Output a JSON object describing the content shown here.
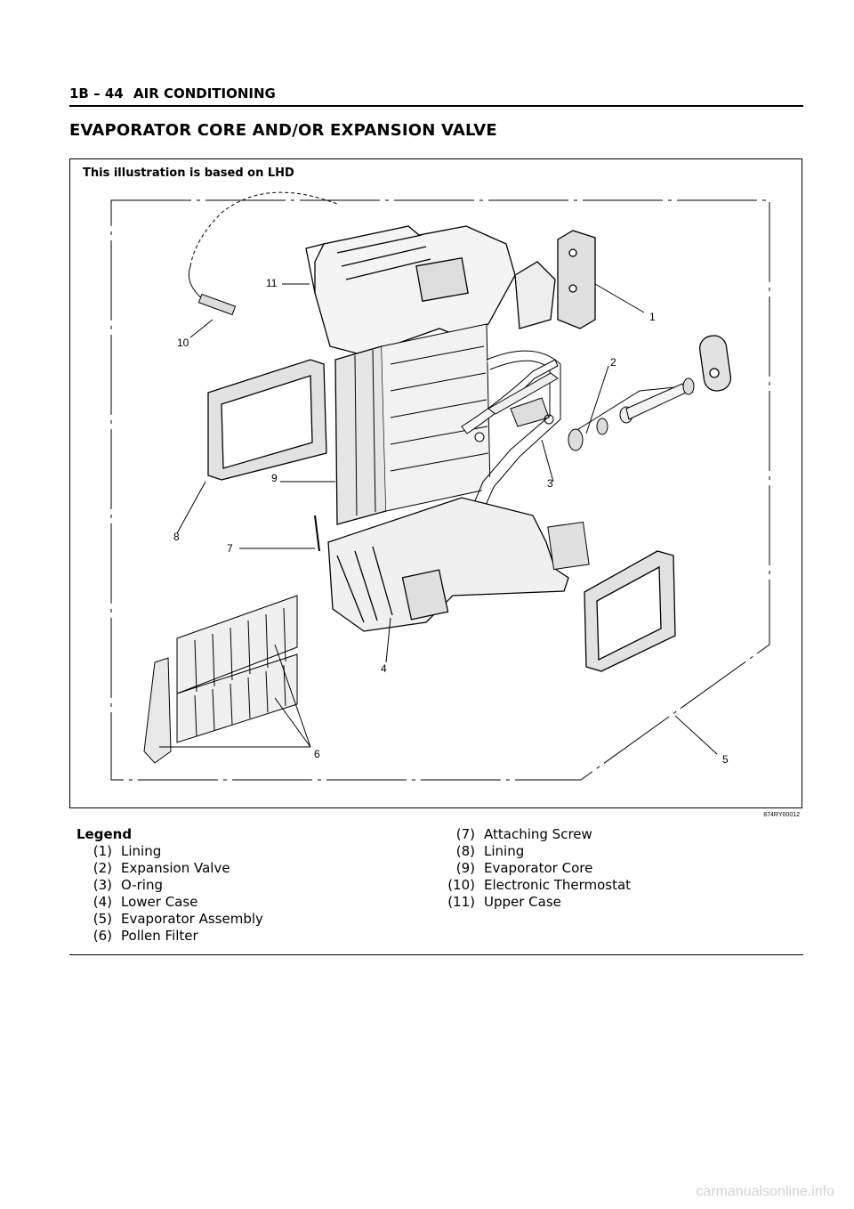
{
  "header": {
    "section_code": "1B – 44",
    "section_name": "AIR CONDITIONING"
  },
  "title": "EVAPORATOR CORE AND/OR EXPANSION VALVE",
  "figure": {
    "note": "This illustration is based on LHD",
    "code": "874RY00012",
    "callouts": [
      "1",
      "2",
      "3",
      "4",
      "5",
      "6",
      "7",
      "8",
      "9",
      "10",
      "11"
    ]
  },
  "legend": {
    "title": "Legend",
    "items": [
      {
        "num": "(1)",
        "label": "Lining"
      },
      {
        "num": "(2)",
        "label": "Expansion Valve"
      },
      {
        "num": "(3)",
        "label": "O-ring"
      },
      {
        "num": "(4)",
        "label": "Lower Case"
      },
      {
        "num": "(5)",
        "label": "Evaporator Assembly"
      },
      {
        "num": "(6)",
        "label": "Pollen Filter"
      },
      {
        "num": "(7)",
        "label": "Attaching Screw"
      },
      {
        "num": "(8)",
        "label": "Lining"
      },
      {
        "num": "(9)",
        "label": "Evaporator Core"
      },
      {
        "num": "(10)",
        "label": "Electronic Thermostat"
      },
      {
        "num": "(11)",
        "label": "Upper Case"
      }
    ]
  },
  "watermark": "carmanualsonline.info"
}
